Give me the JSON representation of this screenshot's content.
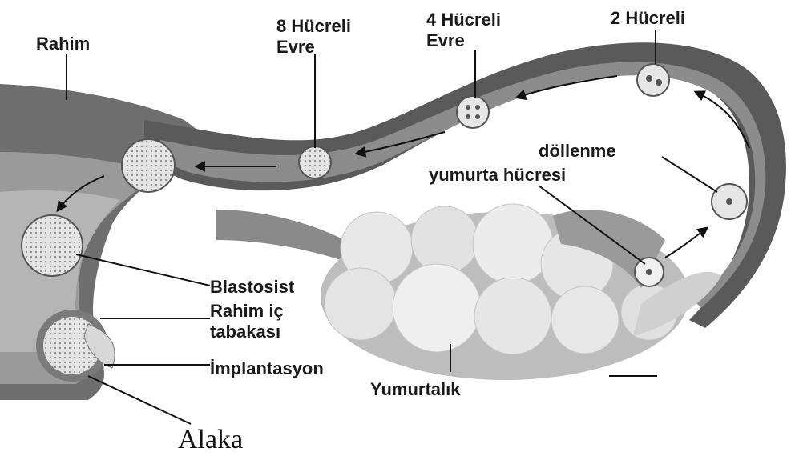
{
  "labels": {
    "rahim": "Rahim",
    "sekiz_hucreli_1": "8 Hücreli",
    "sekiz_hucreli_2": "Evre",
    "dort_hucreli_1": "4 Hücreli",
    "dort_hucreli_2": "Evre",
    "iki_hucreli": "2 Hücreli",
    "dollenme": "döllenme",
    "yumurta_hucresi": "yumurta hücresi",
    "blastosist": "Blastosist",
    "rahim_ic_1": "Rahim iç",
    "rahim_ic_2": "tabakası",
    "implantasyon": "İmplantasyon",
    "yumurtalik": "Yumurtalık",
    "alaka": "Alaka"
  },
  "colors": {
    "tube_outer": "#5a5a5a",
    "tube_inner": "#8c8c8c",
    "uterus_wall": "#6e6e6e",
    "ovary": "#dcdcdc",
    "cell": "#e6e6e6",
    "label_text": "#1a1a1a"
  }
}
